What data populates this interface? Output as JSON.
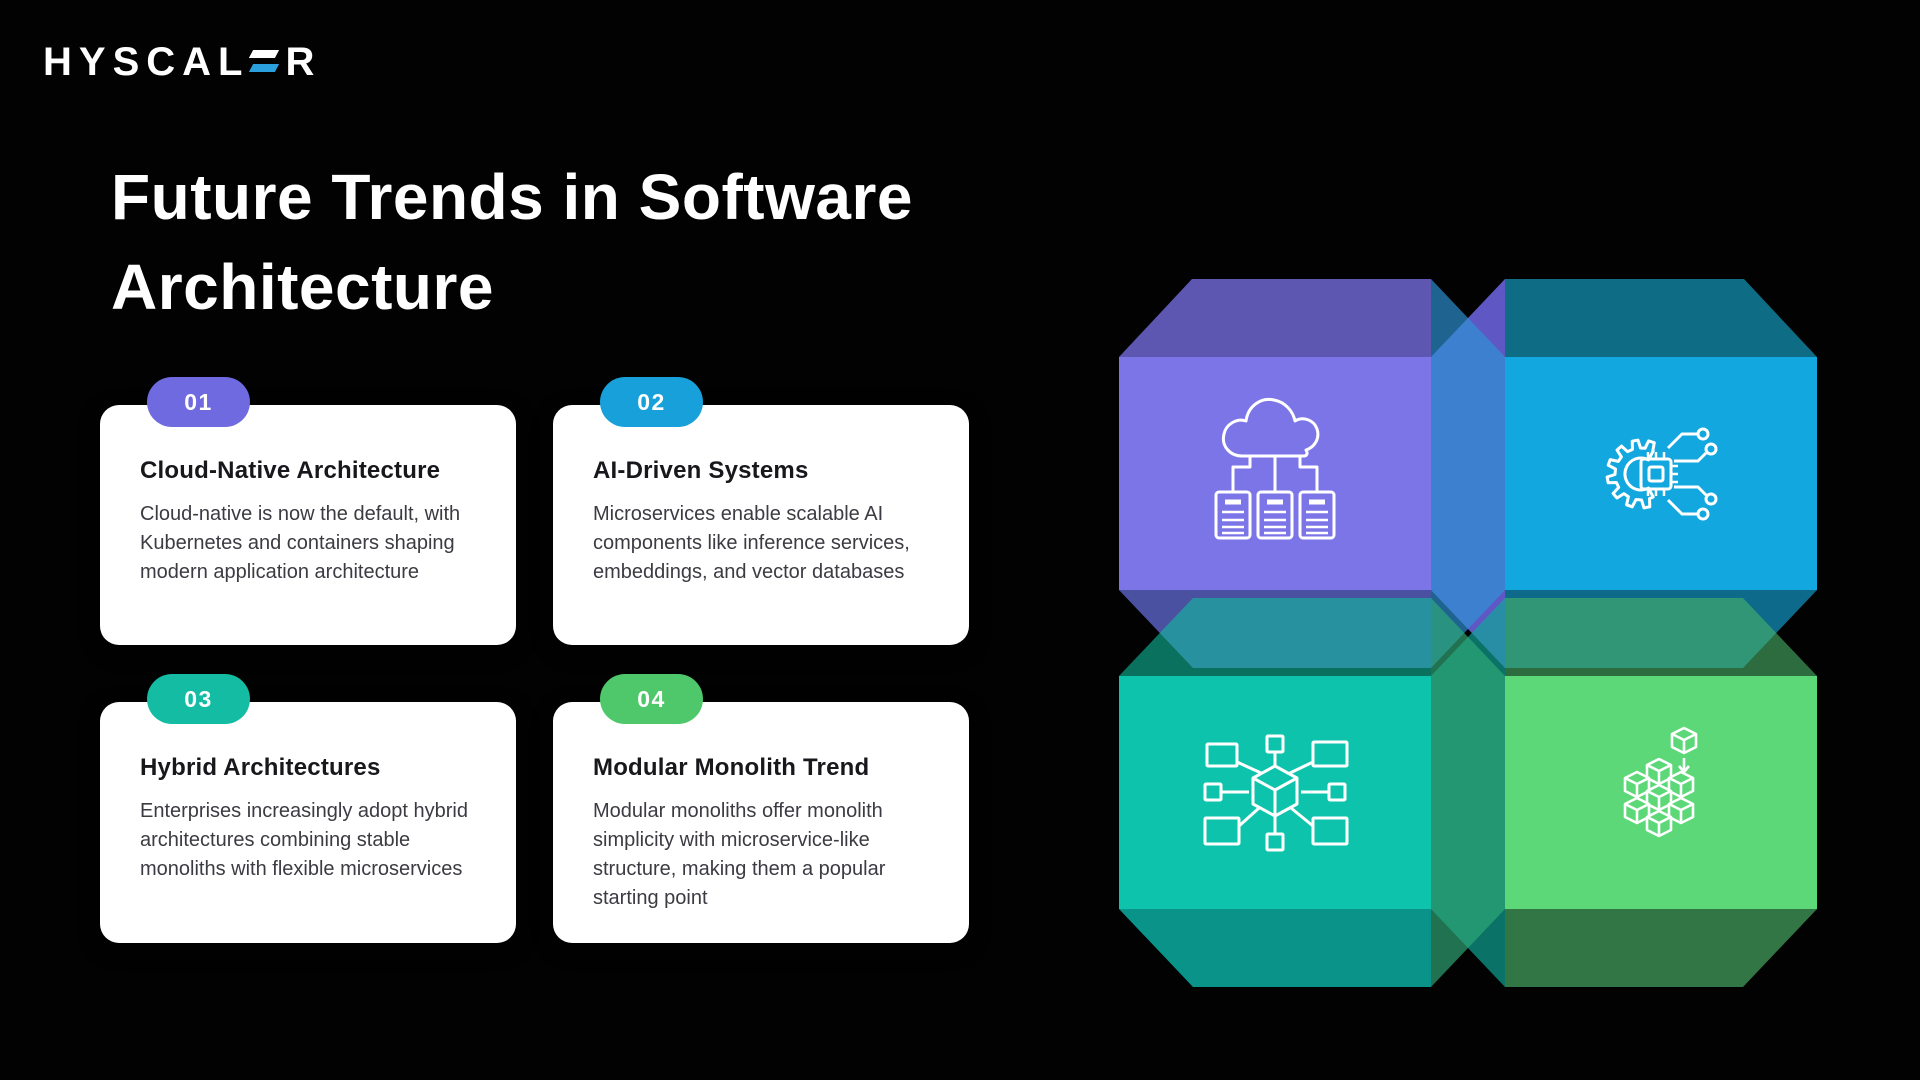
{
  "brand": {
    "text_before_glyph": "HYSCAL",
    "text_after_glyph": "R",
    "glyph_accent_color": "#2AA0DF"
  },
  "title": {
    "line1": "Future Trends in Software",
    "line2": "Architecture"
  },
  "cards": [
    {
      "number": "01",
      "badge_color": "#6F6AE0",
      "title": "Cloud-Native Architecture",
      "body": "Cloud-native is now the default, with Kubernetes and containers shaping modern application architecture"
    },
    {
      "number": "02",
      "badge_color": "#17A0D9",
      "title": "AI-Driven Systems",
      "body": "Microservices enable scalable AI components like inference services, embeddings, and vector databases"
    },
    {
      "number": "03",
      "badge_color": "#13BCA2",
      "title": "Hybrid Architectures",
      "body": "Enterprises increasingly adopt hybrid architectures combining stable monoliths with flexible microservices"
    },
    {
      "number": "04",
      "badge_color": "#4EC86A",
      "title": "Modular Monolith Trend",
      "body": "Modular monoliths offer monolith simplicity with microservice-like structure, making them a popular starting point"
    }
  ],
  "graphic": {
    "icon_color": "#FFFFFF",
    "cubes": [
      {
        "icon": "cloud-documents-icon",
        "front": "#7C75E8",
        "top": "#5D57B2",
        "side": "#5F58C4",
        "bottom": "#4A51A0"
      },
      {
        "icon": "gear-chip-icon",
        "front": "#12A7DE",
        "top": "#0E6C85",
        "side": "#2E93D6",
        "bottom": "#0E6A8A"
      },
      {
        "icon": "network-cube-icon",
        "front": "#0DC3AC",
        "top": "#12BD9E",
        "side": "#0FA896",
        "bottom": "#0A9388"
      },
      {
        "icon": "modular-blocks-icon",
        "front": "#5CD878",
        "top": "#49B468",
        "side": "#2FA878",
        "bottom": "#317644"
      }
    ]
  }
}
